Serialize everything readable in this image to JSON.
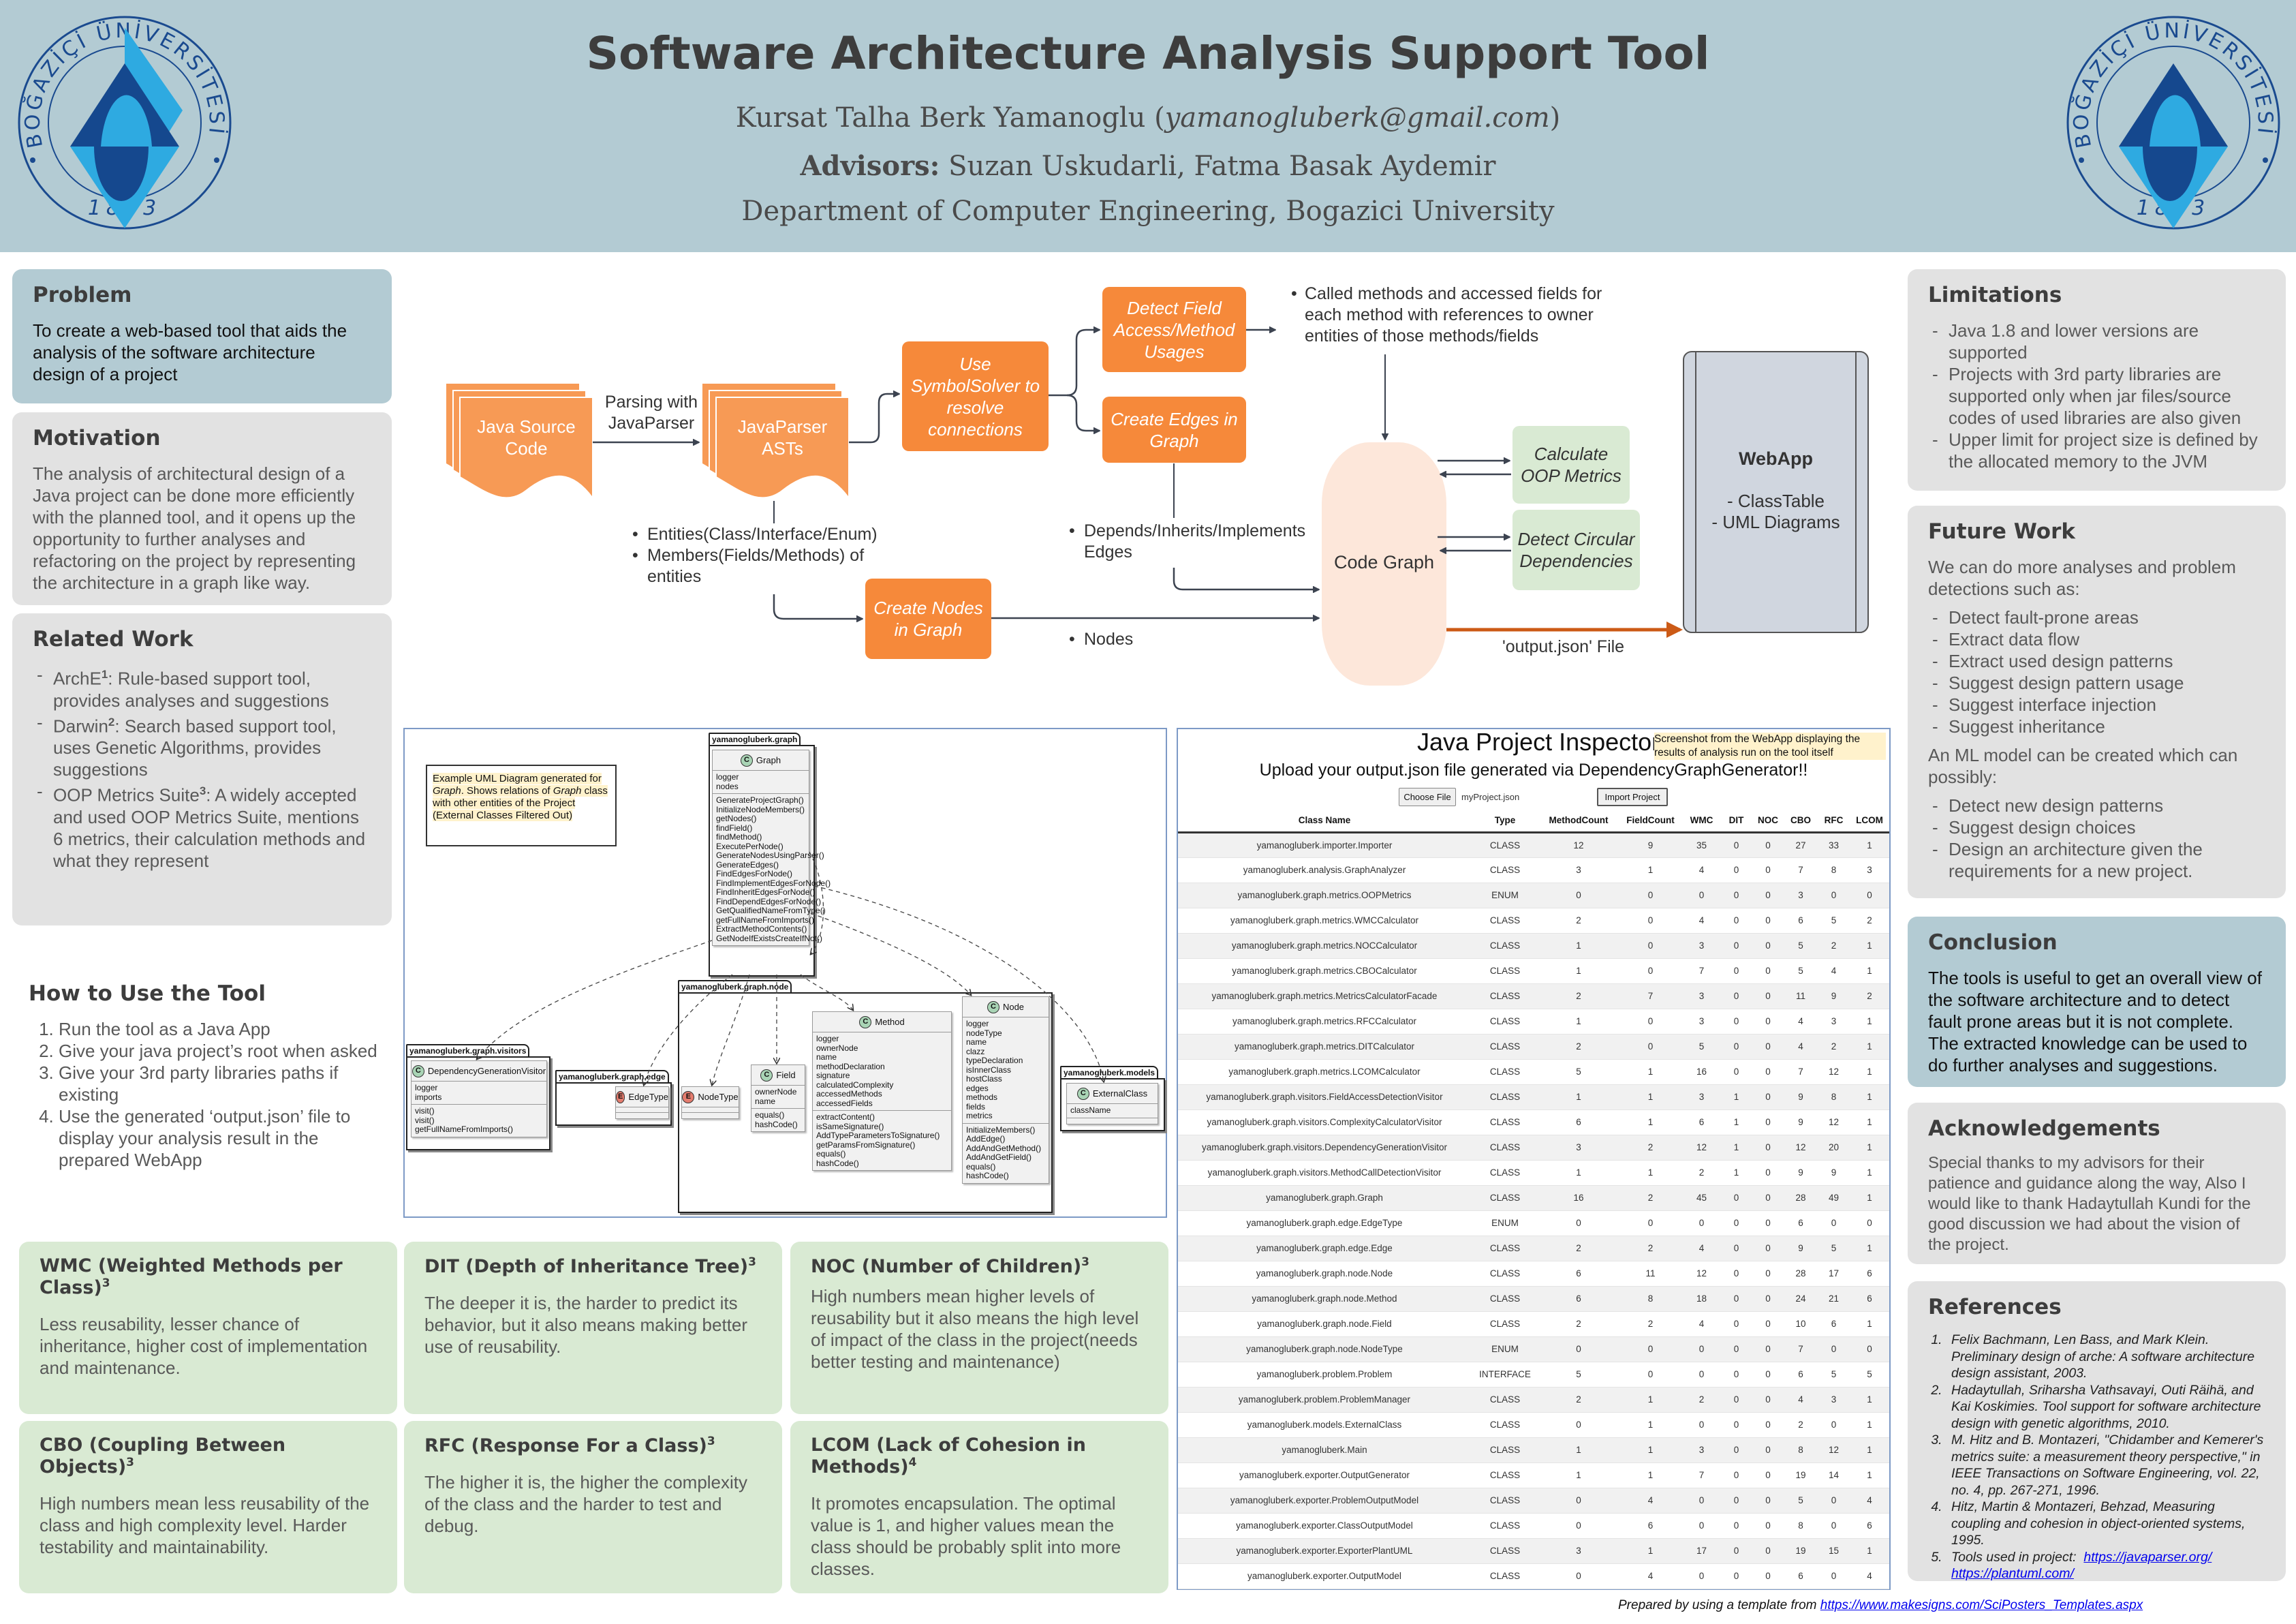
{
  "header": {
    "title": "Software Architecture Analysis Support Tool",
    "author": "Kursat Talha Berk Yamanoglu",
    "email": "yamanogluberk@gmail.com",
    "advisors_label": "Advisors:",
    "advisors": "Suzan Uskudarli, Fatma Basak Aydemir",
    "department": "Department of Computer Engineering, Bogazici University",
    "logo_text": "BOĞAZİÇİ ÜNİVERSİTESİ",
    "logo_year": "1863"
  },
  "colors": {
    "header_bg": "#b3cbd3",
    "orange": "#f6893a",
    "green": "#d9ead3",
    "grey": "#e2e2e2",
    "output_arrow": "#cc5a16"
  },
  "problem": {
    "title": "Problem",
    "text": "To create a web-based tool that aids the analysis of the software architecture design of a project"
  },
  "motivation": {
    "title": "Motivation",
    "text": "The analysis of architectural design of a Java project can be done more efficiently with the planned tool, and it opens up the opportunity to further analyses and refactoring on the project by representing the architecture in a graph like way."
  },
  "related_work": {
    "title": "Related Work",
    "items": [
      {
        "name": "ArchE",
        "ref": "1",
        "text": ": Rule-based support tool, provides analyses and suggestions"
      },
      {
        "name": "Darwin",
        "ref": "2",
        "text": ": Search based support tool, uses Genetic Algorithms, provides suggestions"
      },
      {
        "name": "OOP Metrics Suite",
        "ref": "3",
        "text": ": A widely accepted and used OOP Metrics Suite, mentions 6 metrics, their calculation methods and what they represent"
      }
    ]
  },
  "how_to": {
    "title": "How to Use the Tool",
    "steps": [
      "Run the tool as a Java App",
      "Give your java project’s root when asked",
      "Give your 3rd party libraries paths if existing",
      "Use the generated ‘output.json’ file to display your analysis result in the prepared WebApp"
    ]
  },
  "flowchart": {
    "java_source": "Java Source Code",
    "parsing": "Parsing with JavaParser",
    "asts": "JavaParser ASTs",
    "symbol_solver": "Use SymbolSolver to resolve connections",
    "detect_field": "Detect Field Access/Method Usages",
    "create_edges": "Create Edges in Graph",
    "create_nodes": "Create Nodes in Graph",
    "called_methods": "Called methods and accessed fields for each method with references to owner entities of those methods/fields",
    "entities": "Entities(Class/Interface/Enum)",
    "members": "Members(Fields/Methods) of entities",
    "depends": "Depends/Inherits/Implements Edges",
    "nodes": "Nodes",
    "code_graph": "Code Graph",
    "calc_oop": "Calculate OOP Metrics",
    "detect_circular": "Detect Circular Dependencies",
    "webapp_title": "WebApp",
    "webapp_items": [
      "- ClassTable",
      "- UML Diagrams"
    ],
    "output_file": "'output.json' File"
  },
  "uml": {
    "note": [
      "Example UML Diagram generated for ",
      "Graph",
      ". Shows relations of ",
      "Graph",
      " class with other entities of the Project",
      "(External Classes Filtered Out)"
    ],
    "packages": {
      "graph": "yamanogluberk.graph",
      "visitors": "yamanogluberk.graph.visitors",
      "edge": "yamanogluberk.graph.edge",
      "node": "yamanogluberk.graph.node",
      "models": "yamanogluberk.models"
    },
    "classes": {
      "graph": {
        "badge": "C",
        "name": "Graph",
        "fields": [
          "logger",
          "nodes"
        ],
        "methods": [
          "GenerateProjectGraph()",
          "InitializeNodeMembers()",
          "getNodes()",
          "findField()",
          "findMethod()",
          "ExecutePerNode()",
          "GenerateNodesUsingParser()",
          "GenerateEdges()",
          "FindEdgesForNode()",
          "FindImplementEdgesForNode()",
          "FindInheritEdgesForNode()",
          "FindDependEdgesForNode()",
          "GetQualifiedNameFromType()",
          "getFullNameFromImports()",
          "ExtractMethodContents()",
          "GetNodeIfExistsCreateIfNot()"
        ]
      },
      "visitor": {
        "badge": "C",
        "name": "DependencyGenerationVisitor",
        "fields": [
          "logger",
          "imports"
        ],
        "methods": [
          "visit()",
          "visit()",
          "getFullNameFromImports()"
        ]
      },
      "edgetype": {
        "badge": "E",
        "name": "EdgeType",
        "fields": [],
        "methods": []
      },
      "nodetype": {
        "badge": "E",
        "name": "NodeType",
        "fields": [],
        "methods": []
      },
      "field": {
        "badge": "C",
        "name": "Field",
        "fields": [
          "ownerNode",
          "name"
        ],
        "methods": [
          "equals()",
          "hashCode()"
        ]
      },
      "method": {
        "badge": "C",
        "name": "Method",
        "fields": [
          "logger",
          "ownerNode",
          "name",
          "methodDeclaration",
          "signature",
          "calculatedComplexity",
          "accessedMethods",
          "accessedFields"
        ],
        "methods": [
          "extractContent()",
          "isSameSignature()",
          "AddTypeParametersToSignature()",
          "getParamsFromSignature()",
          "equals()",
          "hashCode()"
        ]
      },
      "node": {
        "badge": "C",
        "name": "Node",
        "fields": [
          "logger",
          "nodeType",
          "name",
          "clazz",
          "typeDeclaration",
          "isInnerClass",
          "hostClass",
          "edges",
          "methods",
          "fields",
          "metrics"
        ],
        "methods": [
          "InitializeMembers()",
          "AddEdge()",
          "AddAndGetMethod()",
          "AddAndGetField()",
          "equals()",
          "hashCode()"
        ]
      },
      "external": {
        "badge": "C",
        "name": "ExternalClass",
        "fields": [
          "className"
        ],
        "methods": []
      }
    }
  },
  "inspector": {
    "title": "Java Project Inspector",
    "note": "Screenshot from the WebApp displaying the results of analysis run on the tool itself",
    "upload_text": "Upload your output.json file generated via DependencyGraphGenerator!!",
    "choose_file": "Choose File",
    "file_name": "myProject.json",
    "import_button": "Import Project",
    "columns": [
      "Class Name",
      "Type",
      "MethodCount",
      "FieldCount",
      "WMC",
      "DIT",
      "NOC",
      "CBO",
      "RFC",
      "LCOM"
    ],
    "rows": [
      [
        "yamanogluberk.importer.Importer",
        "CLASS",
        12,
        9,
        35,
        0,
        0,
        27,
        33,
        1
      ],
      [
        "yamanogluberk.analysis.GraphAnalyzer",
        "CLASS",
        3,
        1,
        4,
        0,
        0,
        7,
        8,
        3
      ],
      [
        "yamanogluberk.graph.metrics.OOPMetrics",
        "ENUM",
        0,
        0,
        0,
        0,
        0,
        3,
        0,
        0
      ],
      [
        "yamanogluberk.graph.metrics.WMCCalculator",
        "CLASS",
        2,
        0,
        4,
        0,
        0,
        6,
        5,
        2
      ],
      [
        "yamanogluberk.graph.metrics.NOCCalculator",
        "CLASS",
        1,
        0,
        3,
        0,
        0,
        5,
        2,
        1
      ],
      [
        "yamanogluberk.graph.metrics.CBOCalculator",
        "CLASS",
        1,
        0,
        7,
        0,
        0,
        5,
        4,
        1
      ],
      [
        "yamanogluberk.graph.metrics.MetricsCalculatorFacade",
        "CLASS",
        2,
        7,
        3,
        0,
        0,
        11,
        9,
        2
      ],
      [
        "yamanogluberk.graph.metrics.RFCCalculator",
        "CLASS",
        1,
        0,
        3,
        0,
        0,
        4,
        3,
        1
      ],
      [
        "yamanogluberk.graph.metrics.DITCalculator",
        "CLASS",
        2,
        0,
        5,
        0,
        0,
        4,
        2,
        1
      ],
      [
        "yamanogluberk.graph.metrics.LCOMCalculator",
        "CLASS",
        5,
        1,
        16,
        0,
        0,
        7,
        12,
        1
      ],
      [
        "yamanogluberk.graph.visitors.FieldAccessDetectionVisitor",
        "CLASS",
        1,
        1,
        3,
        1,
        0,
        9,
        8,
        1
      ],
      [
        "yamanogluberk.graph.visitors.ComplexityCalculatorVisitor",
        "CLASS",
        6,
        1,
        6,
        1,
        0,
        9,
        12,
        1
      ],
      [
        "yamanogluberk.graph.visitors.DependencyGenerationVisitor",
        "CLASS",
        3,
        2,
        12,
        1,
        0,
        12,
        20,
        1
      ],
      [
        "yamanogluberk.graph.visitors.MethodCallDetectionVisitor",
        "CLASS",
        1,
        1,
        2,
        1,
        0,
        9,
        9,
        1
      ],
      [
        "yamanogluberk.graph.Graph",
        "CLASS",
        16,
        2,
        45,
        0,
        0,
        28,
        49,
        1
      ],
      [
        "yamanogluberk.graph.edge.EdgeType",
        "ENUM",
        0,
        0,
        0,
        0,
        0,
        6,
        0,
        0
      ],
      [
        "yamanogluberk.graph.edge.Edge",
        "CLASS",
        2,
        2,
        4,
        0,
        0,
        9,
        5,
        1
      ],
      [
        "yamanogluberk.graph.node.Node",
        "CLASS",
        6,
        11,
        12,
        0,
        0,
        28,
        17,
        6
      ],
      [
        "yamanogluberk.graph.node.Method",
        "CLASS",
        6,
        8,
        18,
        0,
        0,
        24,
        21,
        6
      ],
      [
        "yamanogluberk.graph.node.Field",
        "CLASS",
        2,
        2,
        4,
        0,
        0,
        10,
        6,
        1
      ],
      [
        "yamanogluberk.graph.node.NodeType",
        "ENUM",
        0,
        0,
        0,
        0,
        0,
        7,
        0,
        0
      ],
      [
        "yamanogluberk.problem.Problem",
        "INTERFACE",
        5,
        0,
        0,
        0,
        0,
        6,
        5,
        5
      ],
      [
        "yamanogluberk.problem.ProblemManager",
        "CLASS",
        2,
        1,
        2,
        0,
        0,
        4,
        3,
        1
      ],
      [
        "yamanogluberk.models.ExternalClass",
        "CLASS",
        0,
        1,
        0,
        0,
        0,
        2,
        0,
        1
      ],
      [
        "yamanogluberk.Main",
        "CLASS",
        1,
        1,
        3,
        0,
        0,
        8,
        12,
        1
      ],
      [
        "yamanogluberk.exporter.OutputGenerator",
        "CLASS",
        1,
        1,
        7,
        0,
        0,
        19,
        14,
        1
      ],
      [
        "yamanogluberk.exporter.ProblemOutputModel",
        "CLASS",
        0,
        4,
        0,
        0,
        0,
        5,
        0,
        4
      ],
      [
        "yamanogluberk.exporter.ClassOutputModel",
        "CLASS",
        0,
        6,
        0,
        0,
        0,
        8,
        0,
        6
      ],
      [
        "yamanogluberk.exporter.ExporterPlantUML",
        "CLASS",
        3,
        1,
        17,
        0,
        0,
        19,
        15,
        1
      ],
      [
        "yamanogluberk.exporter.OutputModel",
        "CLASS",
        0,
        4,
        0,
        0,
        0,
        6,
        0,
        4
      ]
    ]
  },
  "metrics": [
    {
      "title": "WMC (Weighted Methods per Class)",
      "ref": "3",
      "text": "Less reusability, lesser chance of inheritance, higher cost of implementation and maintenance."
    },
    {
      "title": "DIT (Depth of Inheritance Tree)",
      "ref": "3",
      "text": "The deeper it is, the harder to predict its behavior, but it also means making better use of reusability."
    },
    {
      "title": "NOC (Number of Children)",
      "ref": "3",
      "text": "High numbers mean higher levels of reusability but it also means the high level of  impact of the class in the project(needs better testing and maintenance)"
    },
    {
      "title": "CBO (Coupling Between Objects)",
      "ref": "3",
      "text": "High numbers mean less reusability of the class and  high complexity level. Harder testability and maintainability."
    },
    {
      "title": "RFC (Response For a Class)",
      "ref": "3",
      "text": "The higher it is, the higher the complexity of the class and the harder to test and debug."
    },
    {
      "title": "LCOM (Lack of Cohesion in Methods)",
      "ref": "4",
      "text": "It promotes encapsulation. The optimal value is 1, and higher values mean the class should be probably split into more classes."
    }
  ],
  "limitations": {
    "title": "Limitations",
    "items": [
      "Java 1.8 and lower versions are supported",
      "Projects with 3rd party libraries are supported only when jar files/source codes of used libraries are also given",
      "Upper limit for project size is defined by the allocated memory to the JVM"
    ]
  },
  "future_work": {
    "title": "Future Work",
    "intro": "We can do more analyses and problem detections such as:",
    "items": [
      "Detect fault-prone areas",
      "Extract data flow",
      "Extract used design patterns",
      "Suggest design pattern usage",
      "Suggest interface injection",
      "Suggest inheritance"
    ],
    "ml_intro": "An ML model can be created which can possibly:",
    "ml_items": [
      "Detect new design patterns",
      "Suggest design choices",
      "Design an architecture given the requirements for a new project."
    ]
  },
  "conclusion": {
    "title": "Conclusion",
    "text": "The tools is useful to get an overall view of the software architecture and to detect fault prone areas but it is not complete. The extracted knowledge can be used to do further analyses and suggestions."
  },
  "acknowledgements": {
    "title": "Acknowledgements",
    "text": "Special thanks to my advisors for their patience and guidance along the way, Also I would like to thank Hadaytullah Kundi for the good discussion we had about the vision of the project."
  },
  "references": {
    "title": "References",
    "items": [
      "Felix Bachmann, Len Bass, and Mark Klein. Preliminary design of arche: A software architecture design assistant, 2003.",
      "Hadaytullah, Sriharsha Vathsavayi, Outi Räihä, and Kai Koskimies. Tool support for software architecture design with genetic algorithms, 2010.",
      "M. Hitz and B. Montazeri, \"Chidamber and Kemerer's metrics suite: a measurement theory perspective,\" in IEEE Transactions on Software Engineering, vol. 22, no. 4, pp. 267-271, 1996.",
      "Hitz, Martin & Montazeri, Behzad, Measuring coupling and cohesion in object-oriented systems, 1995."
    ],
    "tools_label": "Tools used in project:",
    "tool_links": [
      "https://javaparser.org/",
      "https://plantuml.com/"
    ]
  },
  "footer": {
    "text": "Prepared by using a template from ",
    "link": "https://www.makesigns.com/SciPosters_Templates.aspx"
  }
}
